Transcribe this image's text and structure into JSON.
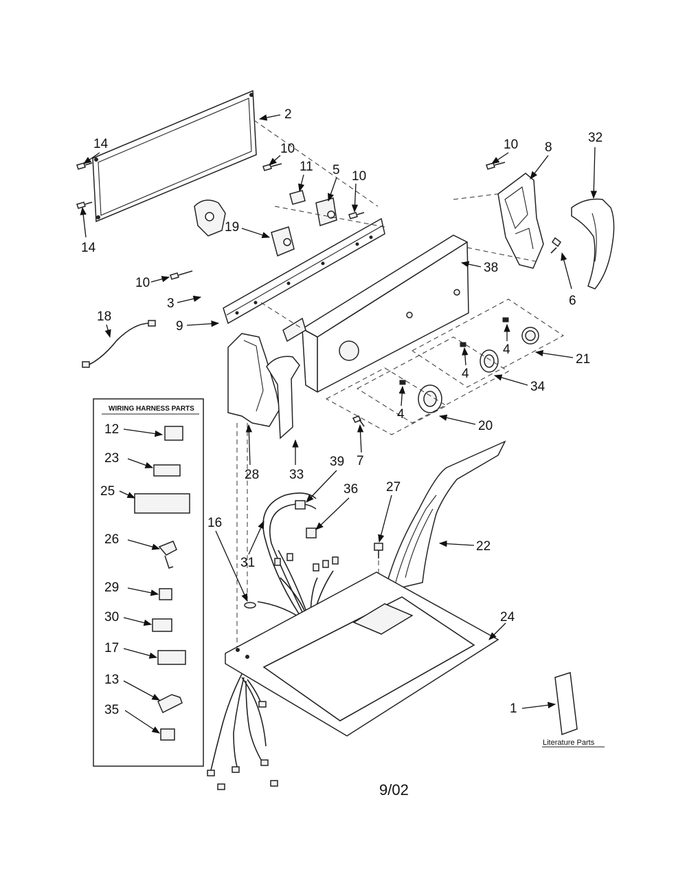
{
  "callouts": {
    "c1": "1",
    "c2": "2",
    "c3": "3",
    "c4a": "4",
    "c4b": "4",
    "c4c": "4",
    "c5": "5",
    "c6": "6",
    "c7": "7",
    "c8": "8",
    "c9": "9",
    "c10a": "10",
    "c10b": "10",
    "c10c": "10",
    "c10d": "10",
    "c11": "11",
    "c14a": "14",
    "c14b": "14",
    "c16": "16",
    "c18": "18",
    "c19": "19",
    "c20": "20",
    "c21": "21",
    "c22": "22",
    "c24": "24",
    "c27": "27",
    "c28": "28",
    "c31": "31",
    "c32": "32",
    "c33": "33",
    "c34": "34",
    "c36": "36",
    "c38": "38",
    "c39": "39"
  },
  "wiring_harness": {
    "title": "WIRING HARNESS PARTS",
    "items": [
      "12",
      "23",
      "25",
      "26",
      "29",
      "30",
      "17",
      "13",
      "35"
    ]
  },
  "literature": {
    "label": "Literature Parts"
  },
  "date_code": "9/02"
}
